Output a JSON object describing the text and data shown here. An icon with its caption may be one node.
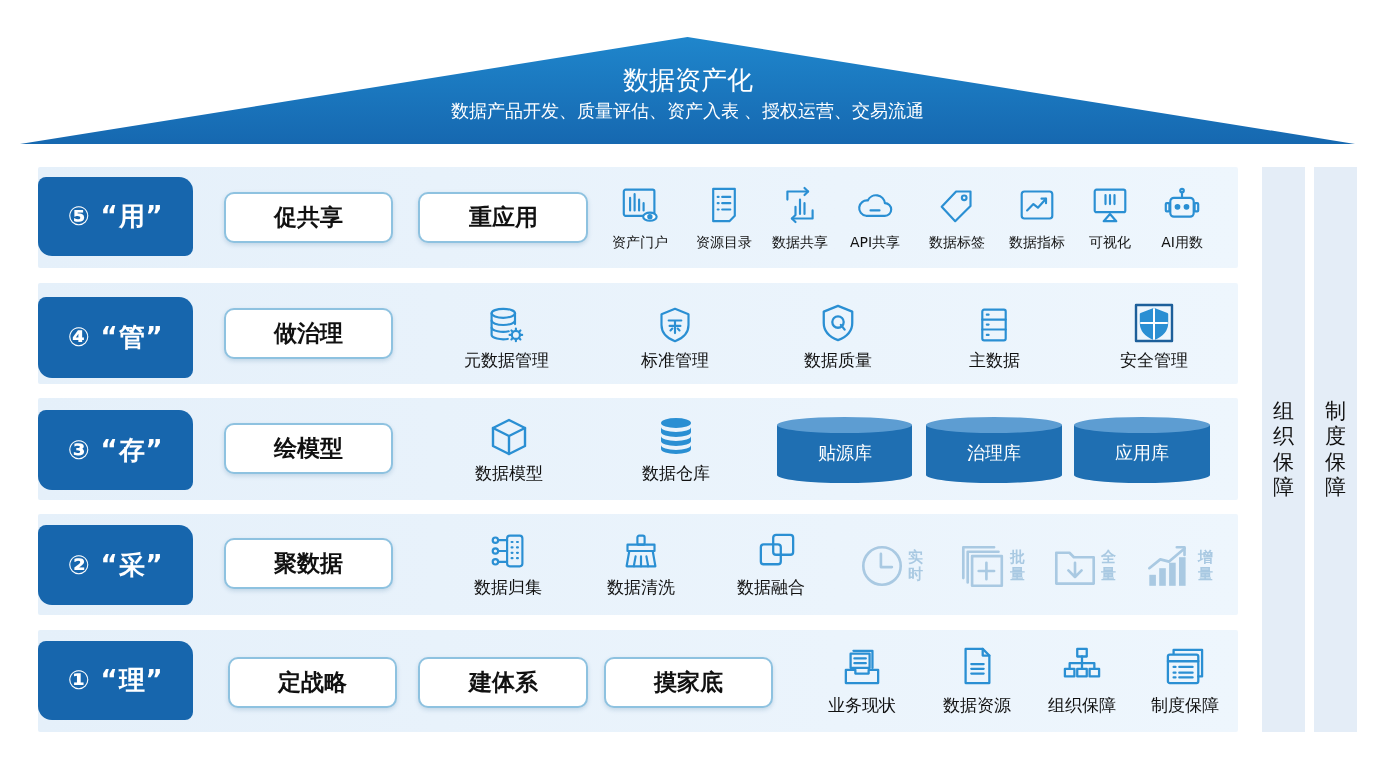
{
  "diagram": {
    "nodes": [
      {
        "text": [
          "数据资产化",
          "数据产品开发、质量评估、资产入表 、授权运营、交易流通"
        ]
      },
      {
        "text": [],
        "shape": "box"
      },
      {
        "text": [
          "⑤ “用”"
        ],
        "in": 1
      },
      {
        "text": [
          "促共享"
        ],
        "in": 1
      },
      {
        "text": [
          "重应用"
        ],
        "in": 1
      },
      {
        "text": [],
        "shape": "box"
      },
      {
        "text": [
          "④ “管”"
        ],
        "in": 5
      },
      {
        "text": [
          "做治理"
        ],
        "in": 5
      },
      {
        "text": [],
        "shape": "box"
      },
      {
        "text": [
          "③ “存”"
        ],
        "in": 8
      },
      {
        "text": [
          "绘模型"
        ],
        "in": 8
      },
      {
        "text": [
          "贴源库"
        ],
        "in": 8
      },
      {
        "text": [
          "治理库"
        ],
        "in": 8
      },
      {
        "text": [
          "应用库"
        ],
        "in": 8
      },
      {
        "text": [],
        "shape": "box"
      },
      {
        "text": [
          "② “采”"
        ],
        "in": 14
      },
      {
        "text": [
          "聚数据"
        ],
        "in": 14
      },
      {
        "text": [],
        "shape": "box"
      },
      {
        "text": [
          "① “理”"
        ],
        "in": 17
      },
      {
        "text": [
          "定战略"
        ],
        "in": 17
      },
      {
        "text": [
          "建体系"
        ],
        "in": 17
      },
      {
        "text": [
          "摸家底"
        ],
        "in": 17
      },
      {
        "text": [
          "组织保障"
        ]
      },
      {
        "text": [
          "制度保障"
        ]
      }
    ],
    "labels": [
      "资产门户",
      "资源目录",
      "数据共享",
      "API共享",
      "数据标签",
      "数据指标",
      "可视化",
      "AI用数",
      "元数据管理",
      "标准管理",
      "数据质量",
      "主数据",
      "安全管理",
      "数据模型",
      "数据仓库",
      "数据归集",
      "数据清洗",
      "数据融合",
      "实时",
      "批量",
      "全量",
      "增量",
      "业务现状",
      "数据资源",
      "组织保障",
      "制度保障"
    ]
  }
}
